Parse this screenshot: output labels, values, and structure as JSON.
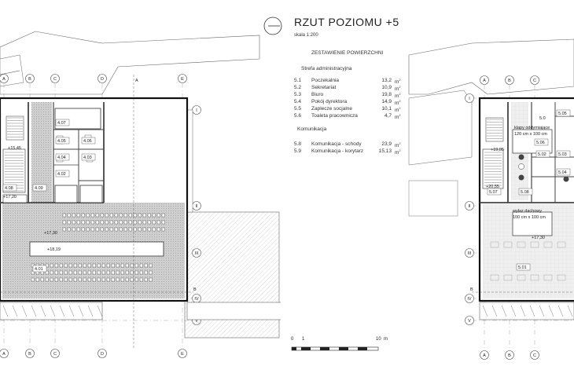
{
  "sheet": {
    "title": "RZUT POZIOMU +5",
    "scale": "skala 1:200",
    "summary_title": "ZESTAWIENIE POWIERZCHNI",
    "sections": [
      {
        "name": "Strefa administracyjna",
        "rows": [
          {
            "num": "5.1",
            "name": "Poczekalnia",
            "area": "13,2",
            "unit": "m"
          },
          {
            "num": "5.2",
            "name": "Sekretariat",
            "area": "10,9",
            "unit": "m"
          },
          {
            "num": "5.3",
            "name": "Biuro",
            "area": "19,8",
            "unit": "m"
          },
          {
            "num": "5.4",
            "name": "Pokój dyrektora",
            "area": "14,9",
            "unit": "m"
          },
          {
            "num": "5.5",
            "name": "Zaplecze socjalne",
            "area": "10,1",
            "unit": "m"
          },
          {
            "num": "5.6",
            "name": "Toaleta pracownicza",
            "area": "4,7",
            "unit": "m"
          }
        ]
      },
      {
        "name": "Komunikacja",
        "rows": [
          {
            "num": "5.8",
            "name": "Komunikacja - schody",
            "area": "23,9",
            "unit": "m"
          },
          {
            "num": "5.9",
            "name": "Komunikacja - korytarz",
            "area": "15,13",
            "unit": "m"
          }
        ]
      }
    ],
    "unit_sup": "2",
    "scale_bar": {
      "start": "0",
      "one": "1",
      "end": "10",
      "unit": "m"
    }
  },
  "plan_left": {
    "axes_top": [
      "A",
      "B",
      "C",
      "D",
      "E"
    ],
    "axes_side": [
      "I",
      "II",
      "III",
      "IV",
      "V"
    ],
    "section_mark": "A",
    "section_mark_b": "B",
    "rooms": [
      "4.07",
      "4.05",
      "4.06",
      "4.04",
      "4.03",
      "4.02",
      "4.08",
      "4.09",
      "4.01"
    ],
    "levels": [
      "+15,45",
      "+17,20",
      "+17,30",
      "+18,19"
    ]
  },
  "plan_right": {
    "axes_top": [
      "A",
      "B",
      "C"
    ],
    "axes_side": [
      "I",
      "II",
      "III",
      "IV",
      "V"
    ],
    "section_mark": "B",
    "rooms": [
      "5.05",
      "5.06",
      "5.02",
      "5.03",
      "5.04",
      "5.07",
      "5.08",
      "5.01"
    ],
    "levels": [
      "+19,05",
      "+20,55",
      "+17,30"
    ],
    "notes": [
      "klapy oddymiające",
      "120 cm x 100 cm",
      "wyłaz dachowy",
      "100 cm x 100 cm"
    ],
    "room_partial": "5.0"
  }
}
